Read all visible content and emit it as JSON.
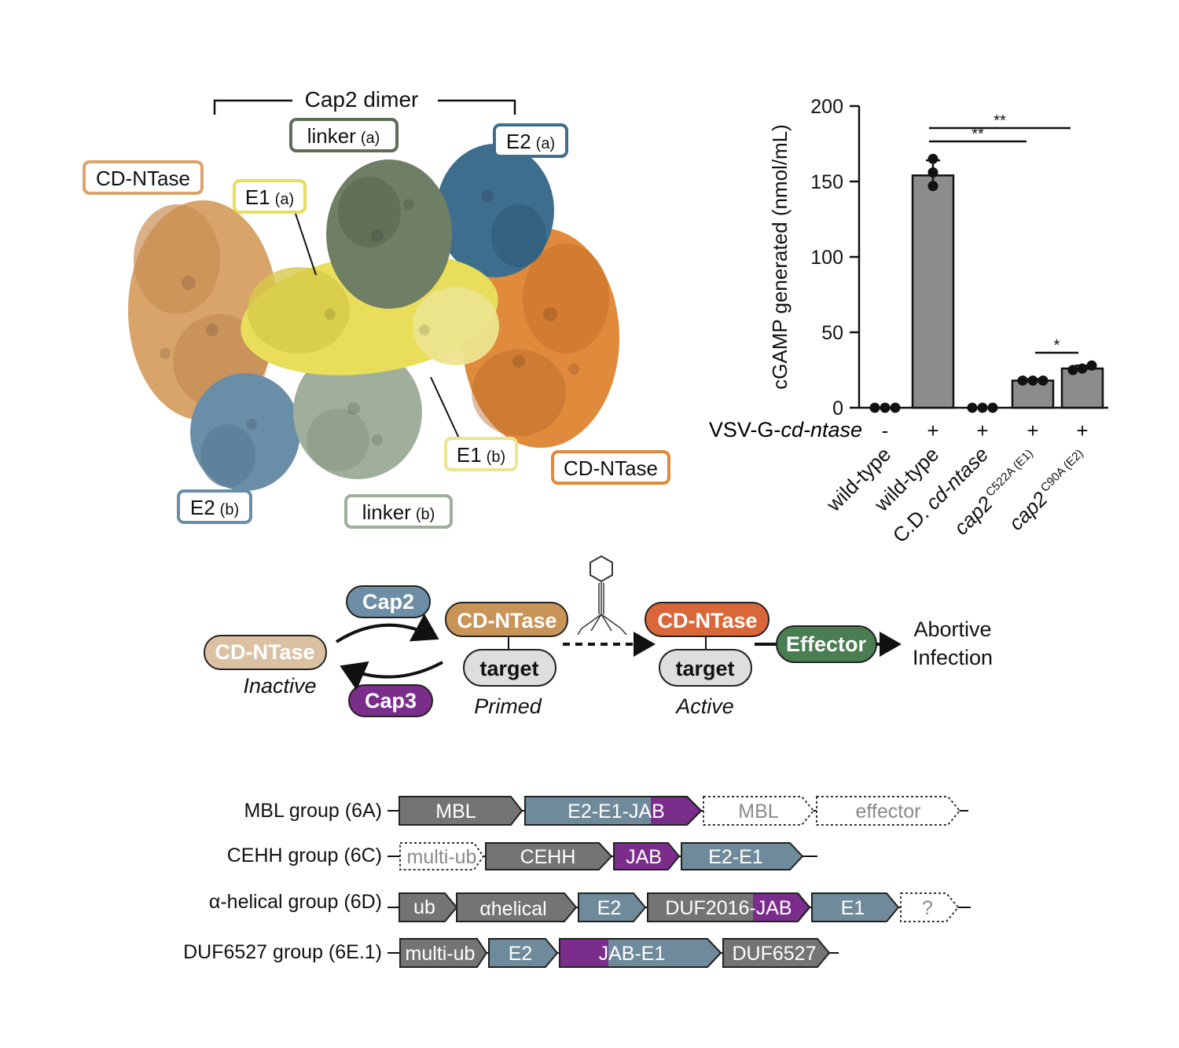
{
  "structure": {
    "title": "Cap2 dimer",
    "labels": [
      {
        "id": "cdntase-left",
        "main": "CD-NTase",
        "sub": "",
        "color": "#d9a46a"
      },
      {
        "id": "linker-a",
        "main": "linker",
        "sub": "(a)",
        "color": "#5d6e55"
      },
      {
        "id": "e2-a",
        "main": "E2",
        "sub": "(a)",
        "color": "#3e6e8e"
      },
      {
        "id": "e1-a",
        "main": "E1",
        "sub": "(a)",
        "color": "#e8de5a"
      },
      {
        "id": "e1-b",
        "main": "E1",
        "sub": "(b)",
        "color": "#ece48e"
      },
      {
        "id": "cdntase-right",
        "main": "CD-NTase",
        "sub": "",
        "color": "#e08a3c"
      },
      {
        "id": "e2-b",
        "main": "E2",
        "sub": "(b)",
        "color": "#6b8ea8"
      },
      {
        "id": "linker-b",
        "main": "linker",
        "sub": "(b)",
        "color": "#a0ae9c"
      }
    ]
  },
  "chart_data": {
    "type": "bar",
    "ylabel": "cGAMP generated (nmol/mL)",
    "ylim": [
      0,
      200
    ],
    "yticks": [
      0,
      50,
      100,
      150,
      200
    ],
    "row_label_prefix": "VSV-G-",
    "row_label_italic": "cd-ntase",
    "conditions": [
      "-",
      "+",
      "+",
      "+",
      "+"
    ],
    "categories": [
      {
        "text": "wild-type",
        "italic": "",
        "sup": ""
      },
      {
        "text": "wild-type",
        "italic": "",
        "sup": ""
      },
      {
        "text": "C.D. ",
        "italic": "cd-ntase",
        "sup": ""
      },
      {
        "text": "",
        "italic": "cap2",
        "sup": "C522A (E1)"
      },
      {
        "text": "",
        "italic": "cap2",
        "sup": "C90A (E2)"
      }
    ],
    "values": [
      0,
      154,
      0,
      18,
      26
    ],
    "errors": [
      0,
      10,
      0,
      1,
      2
    ],
    "points": [
      [
        0,
        0,
        0
      ],
      [
        147,
        156,
        165
      ],
      [
        0,
        0,
        0
      ],
      [
        18,
        18,
        18
      ],
      [
        25,
        26,
        28
      ]
    ],
    "bar_color": "#8c8c8c",
    "significance": [
      {
        "from": 1,
        "to": 4,
        "label": "**"
      },
      {
        "from": 1,
        "to": 3,
        "label": "**"
      },
      {
        "from": 3,
        "to": 4,
        "label": "*"
      }
    ]
  },
  "pathway": {
    "cap2": {
      "label": "Cap2",
      "color": "#6d8ea5"
    },
    "cap3": {
      "label": "Cap3",
      "color": "#7b2d8b"
    },
    "inactive": {
      "label": "CD-NTase",
      "state": "Inactive",
      "color": "#dcc0a2"
    },
    "primed": {
      "label": "CD-NTase",
      "target": "target",
      "state": "Primed",
      "color": "#c99457"
    },
    "active": {
      "label": "CD-NTase",
      "target": "target",
      "state": "Active",
      "color": "#d9673a"
    },
    "effector": {
      "label": "Effector",
      "color": "#4a7d52"
    },
    "outcome": [
      "Abortive",
      "Infection"
    ]
  },
  "operons": [
    {
      "group": "MBL group (6A)",
      "genes": [
        "MBL",
        "E2-E1-JAB",
        "MBL",
        "effector"
      ]
    },
    {
      "group": "CEHH group (6C)",
      "genes": [
        "multi-ub",
        "CEHH",
        "JAB",
        "E2-E1"
      ]
    },
    {
      "group": "α-helical group (6D)",
      "genes": [
        "ub",
        "αhelical",
        "E2",
        "DUF2016-JAB",
        "E1",
        "?"
      ]
    },
    {
      "group": "DUF6527 group (6E.1)",
      "genes": [
        "multi-ub",
        "E2",
        "JAB-E1",
        "DUF6527"
      ]
    }
  ],
  "colors": {
    "grey": "#747474",
    "blue": "#6f8b9b",
    "purple": "#7b2d8b"
  }
}
